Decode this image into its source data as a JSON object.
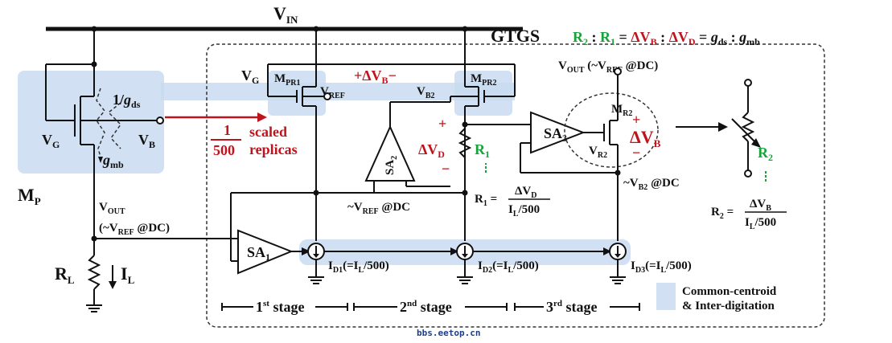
{
  "labels": {
    "vin": "V",
    "vin_sub": "IN",
    "gtgs": "GTGS",
    "eq_r2": "R",
    "eq_r2_sub": "2",
    "eq_colon1": " : ",
    "eq_r1": "R",
    "eq_r1_sub": "1",
    "eq_eq1": " = ",
    "eq_dvb": "ΔV",
    "eq_dvb_sub": "B",
    "eq_colon2": " : ",
    "eq_dvd": "ΔV",
    "eq_dvd_sub": "D",
    "eq_eq2": " = ",
    "eq_gds": "g",
    "eq_gds_sub": "ds",
    "eq_colon3": " : ",
    "eq_gmb": "g",
    "eq_gmb_sub": "mb",
    "vout_top": "V",
    "vout_top_sub": "OUT",
    "vout_top_rest": " (~V",
    "vout_top_sub2": "REF",
    "vout_top_end": " @DC)",
    "vg_main": "V",
    "vg_main_sub": "G",
    "vg_left": "V",
    "vg_left_sub": "G",
    "vb_left": "V",
    "vb_left_sub": "B",
    "one_gds": "1/",
    "one_gds_g": "g",
    "one_gds_sub": "ds",
    "gmb_left": "g",
    "gmb_left_sub": "mb",
    "mp": "M",
    "mp_sub": "P",
    "mpr1": "M",
    "mpr1_sub": "PR1",
    "mpr2": "M",
    "mpr2_sub": "PR2",
    "vref_gate": "V",
    "vref_gate_sub": "REF",
    "dvb_top": "+ΔV",
    "dvb_top_sub": "B",
    "dvb_top_minus": "−",
    "vb2": "V",
    "vb2_sub": "B2",
    "frac_num": "1",
    "frac_den": "500",
    "scaled": "scaled",
    "replicas": "replicas",
    "sa2": "SA",
    "sa2_sub": "2",
    "dvd_plus": "+",
    "dvd": "ΔV",
    "dvd_sub": "D",
    "dvd_minus": "−",
    "r1": "R",
    "r1_sub": "1",
    "sa3": "SA",
    "sa3_sub": "3",
    "mr2": "M",
    "mr2_sub": "R2",
    "vr2": "V",
    "vr2_sub": "R2",
    "dvb_right_plus": "+",
    "dvb_right": "ΔV",
    "dvb_right_sub": "B",
    "dvb_right_minus": "−",
    "r2": "R",
    "r2_sub": "2",
    "vb2_dc": "~V",
    "vb2_dc_sub": "B2",
    "vb2_dc_end": " @DC",
    "vref_dc": "~V",
    "vref_dc_sub": "REF",
    "vref_dc_end": " @DC",
    "r1_eq": "R",
    "r1_eq_sub": "1",
    "r1_eq_eq": " = ",
    "r1_eq_num": "ΔV",
    "r1_eq_num_sub": "D",
    "r1_eq_den": "I",
    "r1_eq_den_sub": "L",
    "r1_eq_den_end": "/500",
    "r2_eq": "R",
    "r2_eq_sub": "2",
    "r2_eq_eq": " = ",
    "r2_eq_num": "ΔV",
    "r2_eq_num_sub": "B",
    "r2_eq_den": "I",
    "r2_eq_den_sub": "L",
    "r2_eq_den_end": "/500",
    "vout_left": "V",
    "vout_left_sub": "OUT",
    "vout_left2": "(~V",
    "vout_left2_sub": "REF",
    "vout_left2_end": " @DC)",
    "sa1": "SA",
    "sa1_sub": "1",
    "id1": "I",
    "id1_sub": "D1",
    "id1_rest": "(=I",
    "id1_sub2": "L",
    "id1_end": "/500)",
    "id2": "I",
    "id2_sub": "D2",
    "id2_rest": "(=I",
    "id2_sub2": "L",
    "id2_end": "/500)",
    "id3": "I",
    "id3_sub": "D3",
    "id3_rest": "(=I",
    "id3_sub2": "L",
    "id3_end": "/500)",
    "rl": "R",
    "rl_sub": "L",
    "il": "I",
    "il_sub": "L",
    "stage1": "1",
    "stage1_sup": "st",
    "stage1_end": " stage",
    "stage2": "2",
    "stage2_sup": "nd",
    "stage2_end": " stage",
    "stage3": "3",
    "stage3_sup": "rd",
    "stage3_end": " stage",
    "legend1": "Common-centroid",
    "legend2": "& Inter-digitation",
    "watermark": "bbs.eetop.cn"
  },
  "colors": {
    "red": "#c0141c",
    "green": "#18a23a",
    "blue_highlight": "#c9daf0"
  }
}
